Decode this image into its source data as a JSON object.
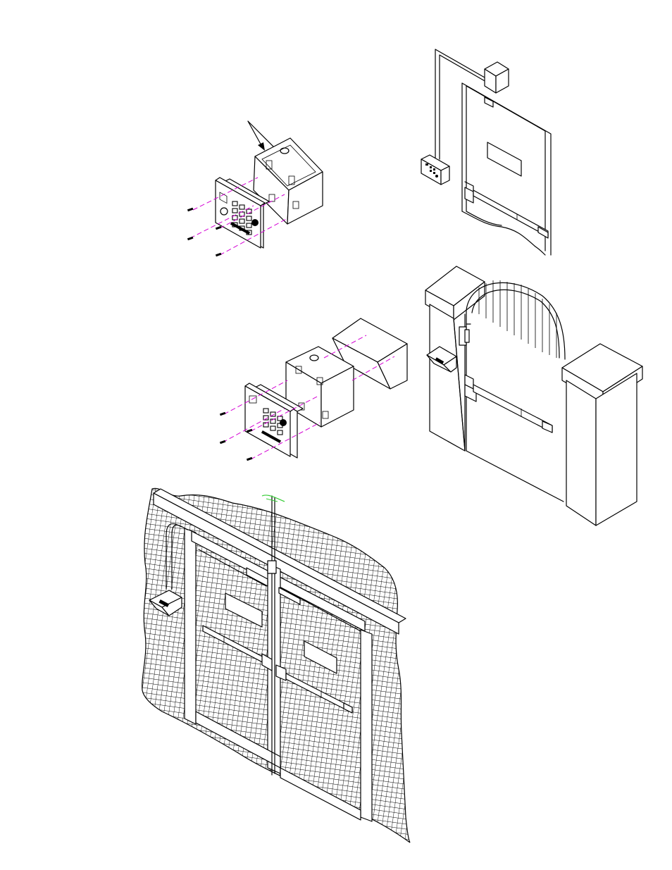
{
  "figure": {
    "panels": [
      {
        "id": "flush-mount-exploded"
      },
      {
        "id": "door-install"
      },
      {
        "id": "surface-mount-exploded-with-hood"
      },
      {
        "id": "gate-install"
      },
      {
        "id": "fence-double-gate-install"
      }
    ]
  },
  "colors": {
    "line": "#000000",
    "alignment_dash": "#d400d4",
    "antenna": "#33cc33",
    "background": "#ffffff"
  }
}
